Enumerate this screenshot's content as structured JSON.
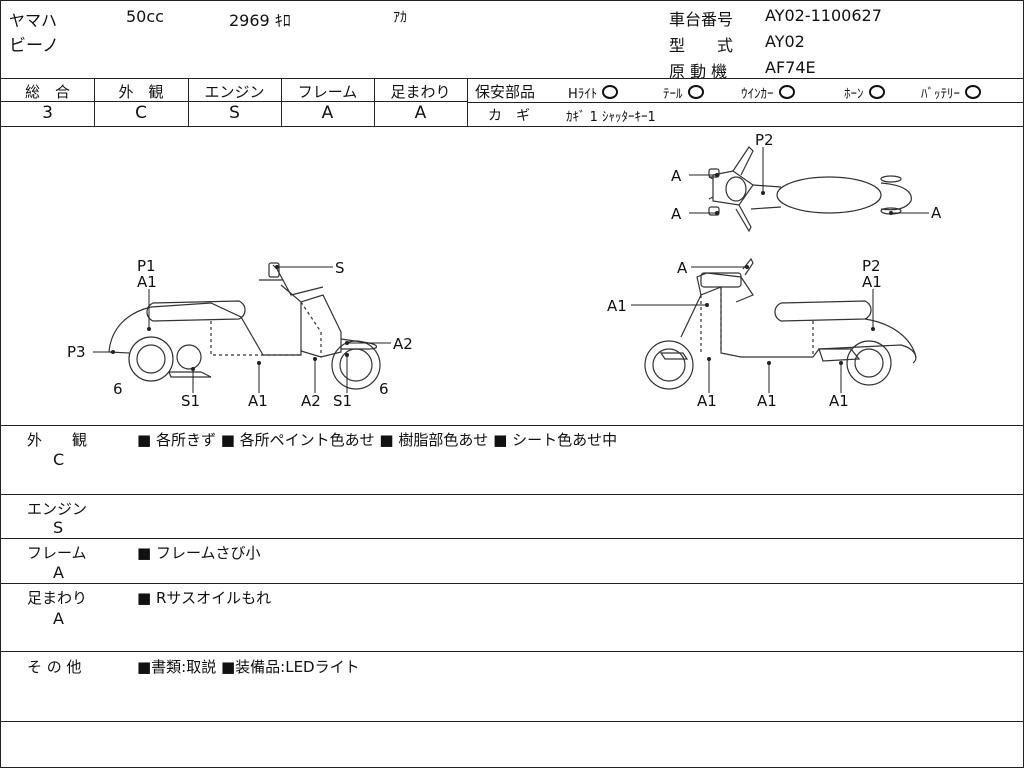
{
  "header": {
    "maker": "ヤマハ",
    "displacement": "50cc",
    "mileage": "2969 ｷﾛ",
    "color": "ｱｶ",
    "model_name": "ビーノ",
    "frame_no_label": "車台番号",
    "frame_no": "AY02-1100627",
    "model_label": "型　　式",
    "model_code": "AY02",
    "engine_label": "原 動 機",
    "engine_code": "AF74E"
  },
  "grades": {
    "overall_label": "総　合",
    "overall_value": "3",
    "exterior_label": "外　観",
    "exterior_value": "C",
    "engine_label": "エンジン",
    "engine_value": "S",
    "frame_label": "フレーム",
    "frame_value": "A",
    "suspension_label": "足まわり",
    "suspension_value": "A"
  },
  "safety": {
    "label": "保安部品",
    "items": [
      {
        "name": "Hﾗｲﾄ"
      },
      {
        "name": "ﾃｰﾙ"
      },
      {
        "name": "ｳｲﾝｶｰ"
      },
      {
        "name": "ﾎｰﾝ"
      },
      {
        "name": "ﾊﾞｯﾃﾘｰ"
      }
    ],
    "key_label": "カ　ギ",
    "key_value": "ｶｷﾞ 1 ｼｬｯﾀｰｷｰ1"
  },
  "diagram": {
    "labels": {
      "top_p2": "P2",
      "top_a_left_upper": "A",
      "top_a_left_lower": "A",
      "top_a_right": "A",
      "left_p1": "P1",
      "left_a1_top": "A1",
      "left_s": "S",
      "left_p3": "P3",
      "left_a2_right": "A2",
      "left_6_left": "6",
      "left_s1_a": "S1",
      "left_a1_bottom": "A1",
      "left_a2_bottom": "A2",
      "left_s1_b": "S1",
      "left_6_right": "6",
      "right_a_top": "A",
      "right_p2": "P2",
      "right_a1_top": "A1",
      "right_a1_left": "A1",
      "right_a1_b1": "A1",
      "right_a1_b2": "A1",
      "right_a1_b3": "A1"
    }
  },
  "sections": [
    {
      "title": "外　　観",
      "grade": "C",
      "notes": "■ 各所きず ■ 各所ペイント色あせ ■ 樹脂部色あせ ■ シート色あせ中"
    },
    {
      "title": "エンジン",
      "grade": "S",
      "notes": ""
    },
    {
      "title": "フレーム",
      "grade": "A",
      "notes": "■ フレームさび小"
    },
    {
      "title": "足まわり",
      "grade": "A",
      "notes": "■ Rサスオイルもれ"
    },
    {
      "title": "そ の 他",
      "grade": "",
      "notes": "■書類:取説 ■装備品:LEDライト"
    }
  ]
}
